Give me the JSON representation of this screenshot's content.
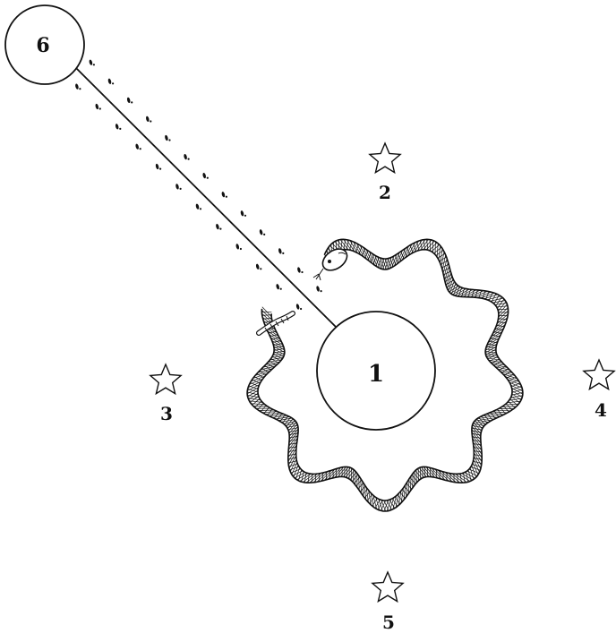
{
  "circles": [
    {
      "id": "circle-1",
      "label": "1"
    },
    {
      "id": "circle-6",
      "label": "6"
    }
  ],
  "stars": [
    {
      "id": "star-2",
      "label": "2"
    },
    {
      "id": "star-3",
      "label": "3"
    },
    {
      "id": "star-4",
      "label": "4"
    },
    {
      "id": "star-5",
      "label": "5"
    }
  ],
  "colors": {
    "ink": "#111111",
    "background": "#ffffff"
  }
}
